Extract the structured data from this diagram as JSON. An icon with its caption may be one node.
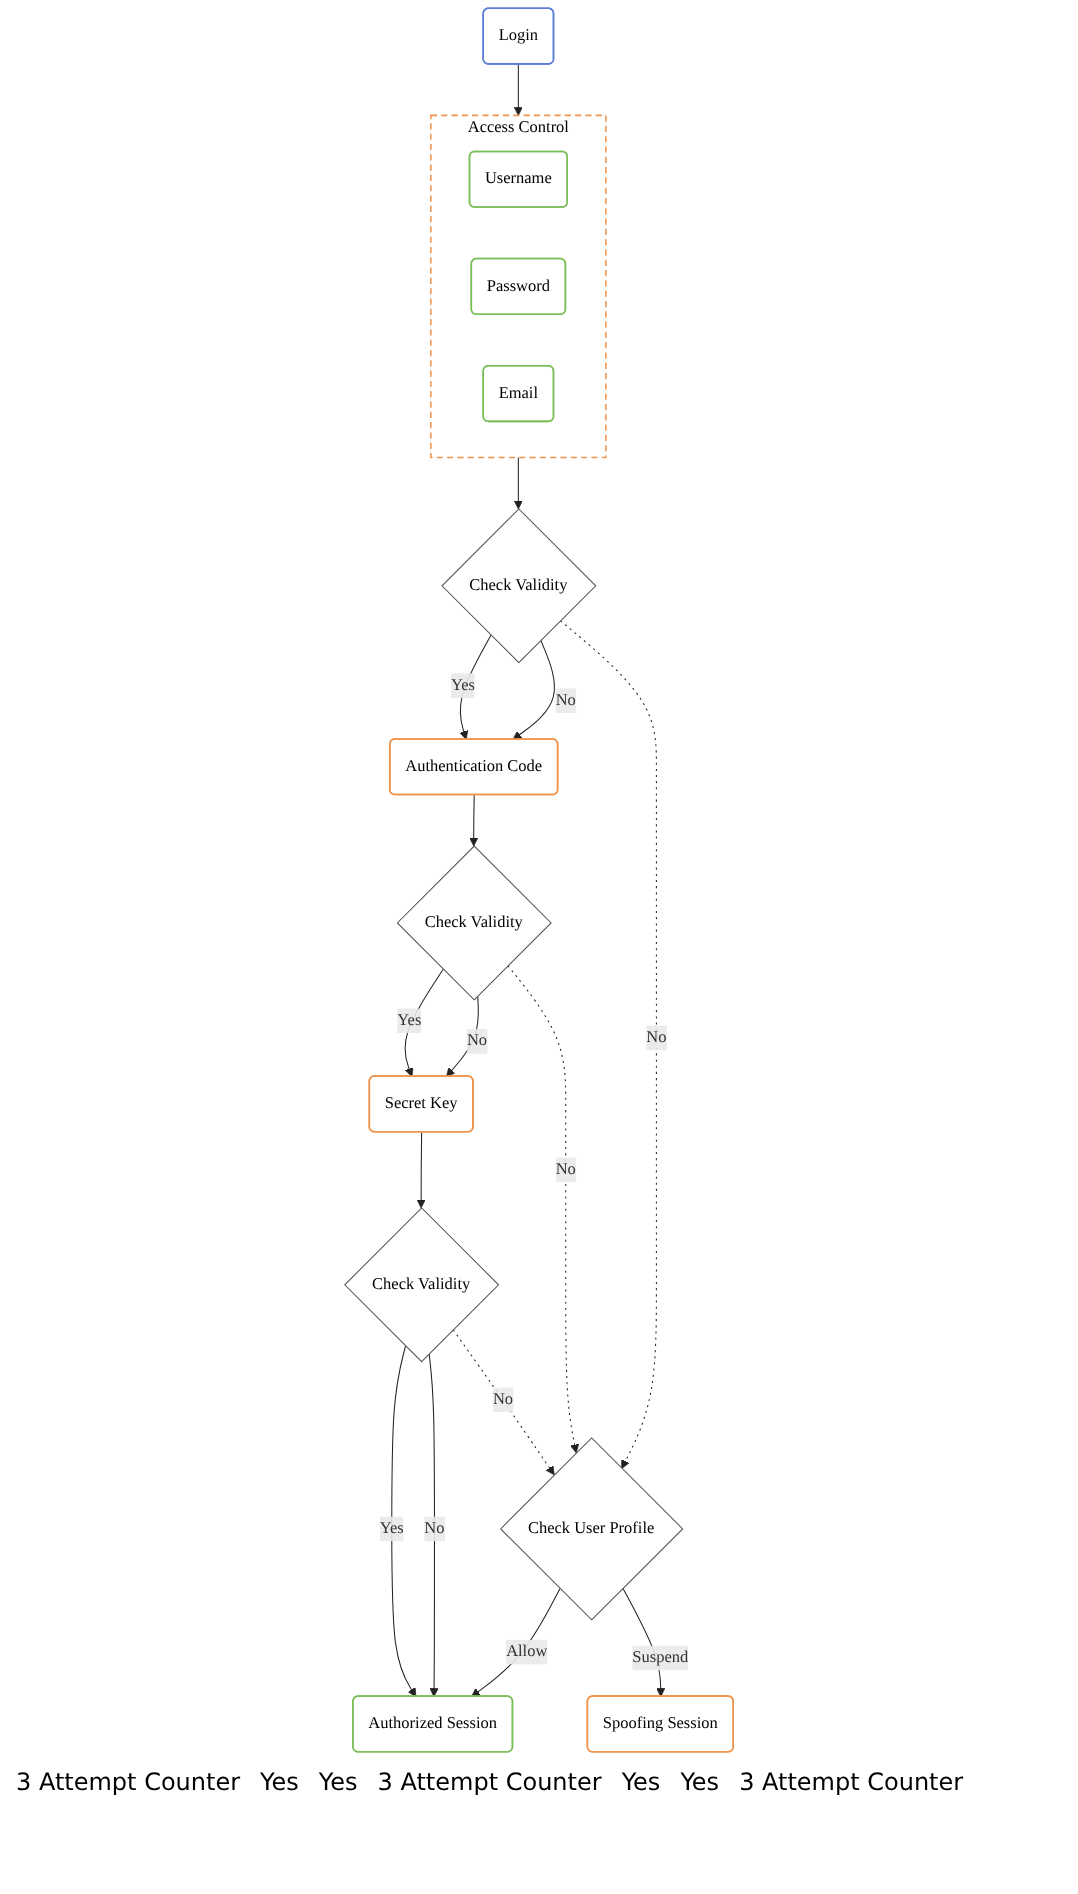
{
  "diagram": {
    "nodes": [
      {
        "text": [
          "Login"
        ]
      },
      {
        "text": [
          "Access Control"
        ]
      },
      {
        "text": [
          "Username"
        ],
        "in": 1
      },
      {
        "text": [
          "Password"
        ],
        "in": 1
      },
      {
        "text": [
          "Email"
        ],
        "in": 1
      },
      {
        "text": [
          "Check Validity"
        ]
      },
      {
        "text": [
          "Authentication Code"
        ]
      },
      {
        "text": [
          "Check Validity"
        ]
      },
      {
        "text": [
          "Secret Key"
        ]
      },
      {
        "text": [
          "Check Validity"
        ]
      },
      {
        "text": [
          "Authorized Session"
        ]
      },
      {
        "text": [
          "Spoofing Session"
        ]
      },
      {
        "text": [
          "Check User Profile"
        ]
      }
    ],
    "edges": [
      {
        "from": 0,
        "to": 1,
        "arrow": "to"
      },
      {
        "from": 1,
        "to": 5,
        "arrow": "to"
      },
      {
        "from": 5,
        "to": 6,
        "arrow": "to",
        "label": "Yes"
      },
      {
        "from": 5,
        "to": 6,
        "arrow": "to",
        "label": "No"
      },
      {
        "from": 5,
        "to": 12,
        "arrow": "to",
        "label": "No",
        "style": "dashed"
      },
      {
        "from": 6,
        "to": 7,
        "arrow": "to"
      },
      {
        "from": 7,
        "to": 8,
        "arrow": "to",
        "label": "Yes"
      },
      {
        "from": 7,
        "to": 8,
        "arrow": "to",
        "label": "No"
      },
      {
        "from": 7,
        "to": 12,
        "arrow": "to",
        "label": "No",
        "style": "dashed"
      },
      {
        "from": 8,
        "to": 9,
        "arrow": "to"
      },
      {
        "from": 9,
        "to": 10,
        "arrow": "to",
        "label": "Yes"
      },
      {
        "from": 9,
        "to": 10,
        "arrow": "to",
        "label": "No"
      },
      {
        "from": 9,
        "to": 12,
        "arrow": "to",
        "label": "No",
        "style": "dashed"
      },
      {
        "from": 12,
        "to": 10,
        "arrow": "to",
        "label": "Allow"
      },
      {
        "from": 12,
        "to": 11,
        "arrow": "to",
        "label": "Suspend"
      }
    ],
    "labels": [
      "3 Attempt Counter",
      "Yes",
      "Yes",
      "3 Attempt Counter",
      "Yes",
      "Yes",
      "3 Attempt Counter"
    ]
  }
}
